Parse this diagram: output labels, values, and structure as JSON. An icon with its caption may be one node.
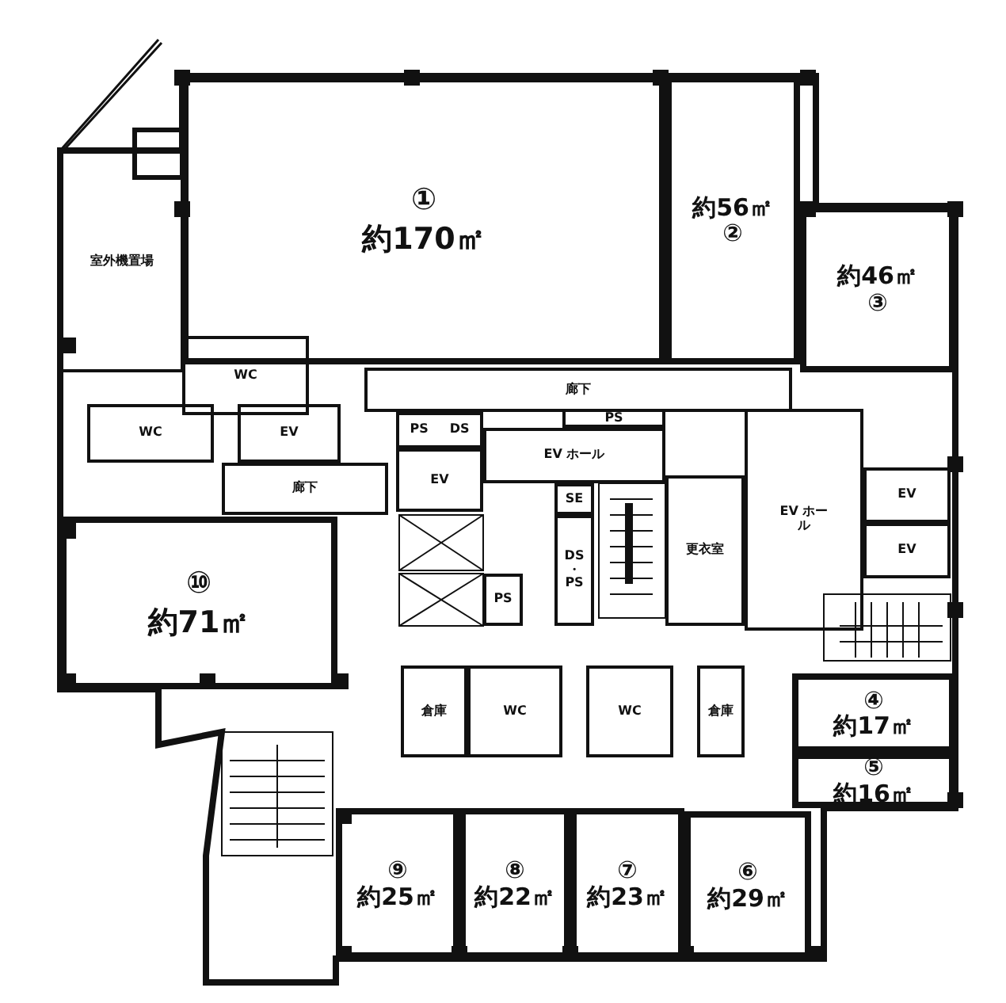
{
  "diagram": {
    "nodes": [
      {
        "text": [
          "室外機置場"
        ]
      },
      {
        "text": [
          "①",
          "約170㎡"
        ]
      },
      {
        "text": [
          "約56㎡",
          "②"
        ]
      },
      {
        "text": [
          "約46㎡",
          "③"
        ]
      },
      {
        "text": [
          "WC"
        ]
      },
      {
        "text": [
          "WC"
        ]
      },
      {
        "text": [
          "EV"
        ]
      },
      {
        "text": [
          "廊下"
        ]
      },
      {
        "text": [
          "廊下"
        ]
      },
      {
        "text": [
          "PS",
          "DS"
        ]
      },
      {
        "text": [
          "PS"
        ]
      },
      {
        "text": [
          "EV ホール"
        ]
      },
      {
        "text": [
          "EV"
        ]
      },
      {
        "text": [
          "SE"
        ]
      },
      {
        "text": [
          "DS ・ PS"
        ]
      },
      {
        "text": [
          "PS"
        ]
      },
      {
        "text": [
          "更衣室"
        ]
      },
      {
        "text": [
          "EV ホール"
        ]
      },
      {
        "text": [
          "EV"
        ]
      },
      {
        "text": [
          "EV"
        ]
      },
      {
        "text": [
          "⑩",
          "約71㎡"
        ]
      },
      {
        "text": [
          "倉庫"
        ]
      },
      {
        "text": [
          "WC"
        ]
      },
      {
        "text": [
          "WC"
        ]
      },
      {
        "text": [
          "倉庫"
        ]
      },
      {
        "text": [
          "④",
          "約17㎡"
        ]
      },
      {
        "text": [
          "⑤",
          "約16㎡"
        ]
      },
      {
        "text": [
          "⑨",
          "約25㎡"
        ]
      },
      {
        "text": [
          "⑧",
          "約22㎡"
        ]
      },
      {
        "text": [
          "⑦",
          "約23㎡"
        ]
      },
      {
        "text": [
          "⑥",
          "約29㎡"
        ]
      }
    ]
  }
}
